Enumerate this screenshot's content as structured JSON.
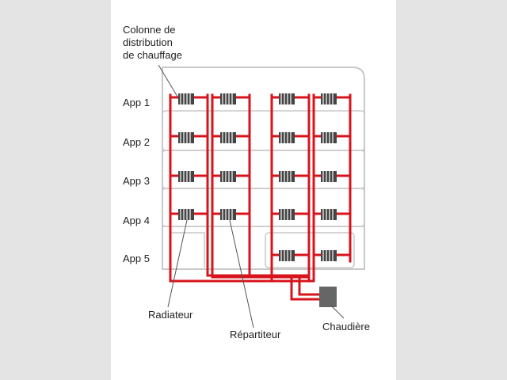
{
  "labels": {
    "column_line1": "Colonne de",
    "column_line2": "distribution",
    "column_line3": "de chauffage",
    "radiator": "Radiateur",
    "distributor": "Répartiteur",
    "boiler": "Chaudière"
  },
  "floors": [
    "App 1",
    "App 2",
    "App 3",
    "App 4",
    "App 5"
  ],
  "colors": {
    "pipe": "#d7141c",
    "building_outline": "#c8c8c8",
    "boiler": "#666666",
    "radiator": "#444444",
    "background": "#e4e4e4",
    "panel": "#ffffff"
  }
}
